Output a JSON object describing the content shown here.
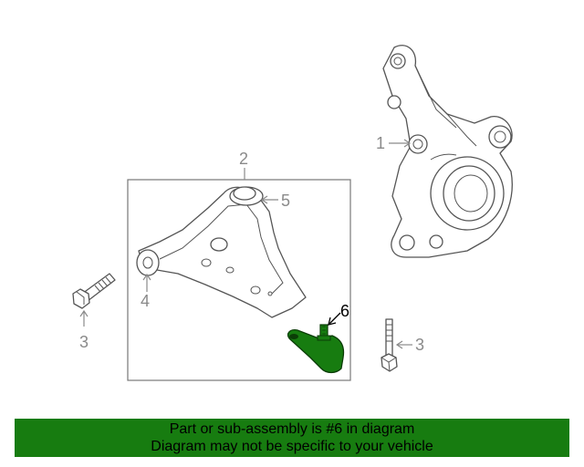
{
  "diagram": {
    "callouts": {
      "knuckle": "1",
      "control_arm": "2",
      "bolt_left": "3",
      "bolt_right": "3",
      "bushing_front": "4",
      "bushing_rear": "5",
      "ball_joint": "6"
    },
    "colors": {
      "highlight_part": "#177c10",
      "line": "#555555",
      "callout": "#8a8a8a"
    }
  },
  "banner": {
    "line1": "Part or sub-assembly is #6 in diagram",
    "line2": "Diagram may not be specific to your vehicle",
    "background": "#177c10"
  }
}
